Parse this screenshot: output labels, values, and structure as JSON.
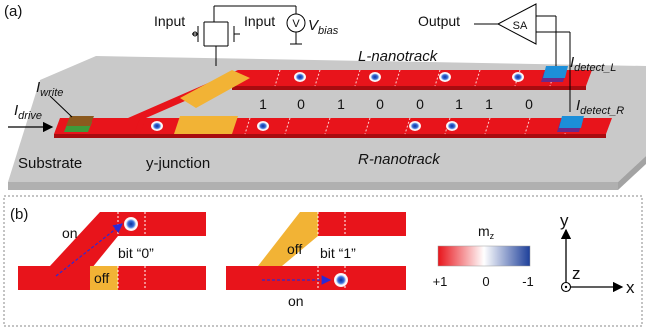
{
  "panel_a": {
    "tag": "(a)",
    "input_left": "Input",
    "input_right": "Input",
    "vmeter": "V",
    "vbias_main": "V",
    "vbias_sub": "bias",
    "output": "Output",
    "amplifier": "SA",
    "l_track": "L-nanotrack",
    "r_track": "R-nanotrack",
    "i_write_main": "I",
    "i_write_sub": "write",
    "i_drive_main": "I",
    "i_drive_sub": "drive",
    "i_det_l_main": "I",
    "i_det_l_sub": "detect_L",
    "i_det_r_main": "I",
    "i_det_r_sub": "detect_R",
    "substrate": "Substrate",
    "junction": "y-junction",
    "bits": [
      "1",
      "0",
      "1",
      "0",
      "0",
      "1",
      "1",
      "0"
    ]
  },
  "panel_b": {
    "tag": "(b)",
    "left": {
      "on": "on",
      "off": "off",
      "bit_text": "bit “0”"
    },
    "right": {
      "off": "off",
      "bit_text": "bit “1”",
      "on": "on"
    },
    "colorbar": {
      "title_main": "m",
      "title_sub": "z",
      "ticks": [
        "+1",
        "0",
        "-1"
      ]
    },
    "axes": {
      "y": "y",
      "z": "z",
      "x": "x"
    }
  },
  "colors": {
    "track": "#e8141b",
    "gate": "#f2b335",
    "substrate": "#c9c9c9",
    "write_pad": "#8b5a1e",
    "write_pad_base": "#3e9a3a",
    "detector": "#1c8fd9",
    "detector_base": "#6a2a8a"
  }
}
